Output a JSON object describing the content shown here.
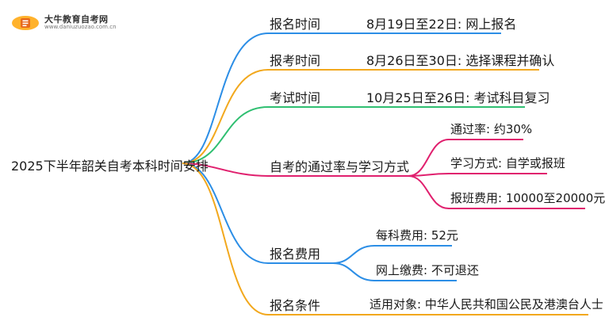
{
  "logo": {
    "title": "大牛教育自考网",
    "url": "www.daniuzuozao.com.cn"
  },
  "root": {
    "label": "2025下半年韶关自考本科时间安排"
  },
  "branches": [
    {
      "id": "b1",
      "label": "报名时间",
      "color": "#2c8ee6",
      "children": [
        {
          "label": "8月19日至22日: 网上报名"
        }
      ]
    },
    {
      "id": "b2",
      "label": "报考时间",
      "color": "#f2a81d",
      "children": [
        {
          "label": "8月26日至30日: 选择课程并确认"
        }
      ]
    },
    {
      "id": "b3",
      "label": "考试时间",
      "color": "#2fbf71",
      "children": [
        {
          "label": "10月25日至26日: 考试科目复习"
        }
      ]
    },
    {
      "id": "b4",
      "label": "自考的通过率与学习方式",
      "color": "#e0206e",
      "children": [
        {
          "label": "通过率: 约30%"
        },
        {
          "label": "学习方式: 自学或报班"
        },
        {
          "label": "报班费用: 10000至20000元"
        }
      ]
    },
    {
      "id": "b5",
      "label": "报名费用",
      "color": "#2c8ee6",
      "children": [
        {
          "label": "每科费用: 52元"
        },
        {
          "label": "网上缴费: 不可退还"
        }
      ]
    },
    {
      "id": "b6",
      "label": "报名条件",
      "color": "#f2a81d",
      "children": [
        {
          "label": "适用对象: 中华人民共和国公民及港澳台人士"
        }
      ]
    }
  ]
}
